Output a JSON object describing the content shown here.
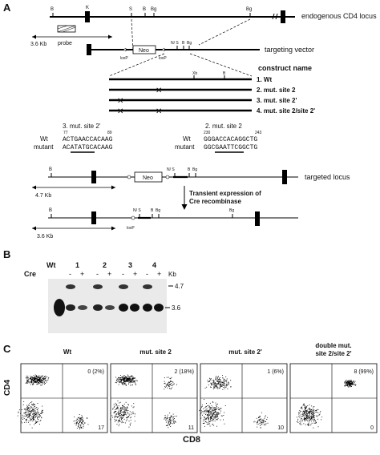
{
  "panels": {
    "a": "A",
    "b": "B",
    "c": "C"
  },
  "panel_a": {
    "endogenous_label": "endogenous CD4 locus",
    "targeting_label": "targeting vector",
    "targeted_label": "targeted locus",
    "probe_label": "probe",
    "size_top": "3.6 Kb",
    "size_mid": "4.7 Kb",
    "size_bottom": "3.6 Kb",
    "neo_label": "Neo",
    "loxp_label": "loxP",
    "site_labels": {
      "b": "B",
      "k": "K",
      "s": "S",
      "bg": "Bg",
      "ns": "N/ S",
      "xb": "Xb",
      "end": "II"
    },
    "construct_heading": "construct name",
    "constructs": [
      "1. Wt",
      "2. mut. site 2",
      "3. mut. site 2'",
      "4. mut. site 2/site 2'"
    ],
    "mut_site2p_title": "3. mut. site 2'",
    "mut_site2p_pos_start": "77",
    "mut_site2p_pos_end": "89",
    "mut_site2p_wt": "ACTGAACCACAAG",
    "mut_site2p_mut": "ACATATGCACAAG",
    "mut_site2_title": "2. mut. site 2",
    "mut_site2_pos_start": "230",
    "mut_site2_pos_end": "243",
    "mut_site2_wt": "GGGACCACAGGCTG",
    "mut_site2_mut": "GGCGAATTCGGCTG",
    "wt_label": "Wt",
    "mutant_label": "mutant",
    "cre_text_1": "Transient expression of",
    "cre_text_2": "Cre recombinase"
  },
  "panel_b": {
    "wt_label": "Wt",
    "lane_groups": [
      "1",
      "2",
      "3",
      "4"
    ],
    "cre_label": "Cre",
    "minus": "-",
    "plus": "+",
    "kb_label": "Kb",
    "marker_high": "4.7",
    "marker_low": "3.6"
  },
  "panel_c": {
    "y_axis": "CD4",
    "x_axis": "CD8",
    "plots": [
      {
        "title": "Wt",
        "title2": "",
        "ur": "0 (2%)",
        "lr": "17"
      },
      {
        "title": "mut. site 2",
        "title2": "",
        "ur": "2 (18%)",
        "lr": "11"
      },
      {
        "title": "mut. site 2'",
        "title2": "",
        "ur": "1 (6%)",
        "lr": "10"
      },
      {
        "title": "double mut.",
        "title2": "site 2/site 2'",
        "ur": "8 (99%)",
        "lr": "0"
      }
    ]
  }
}
